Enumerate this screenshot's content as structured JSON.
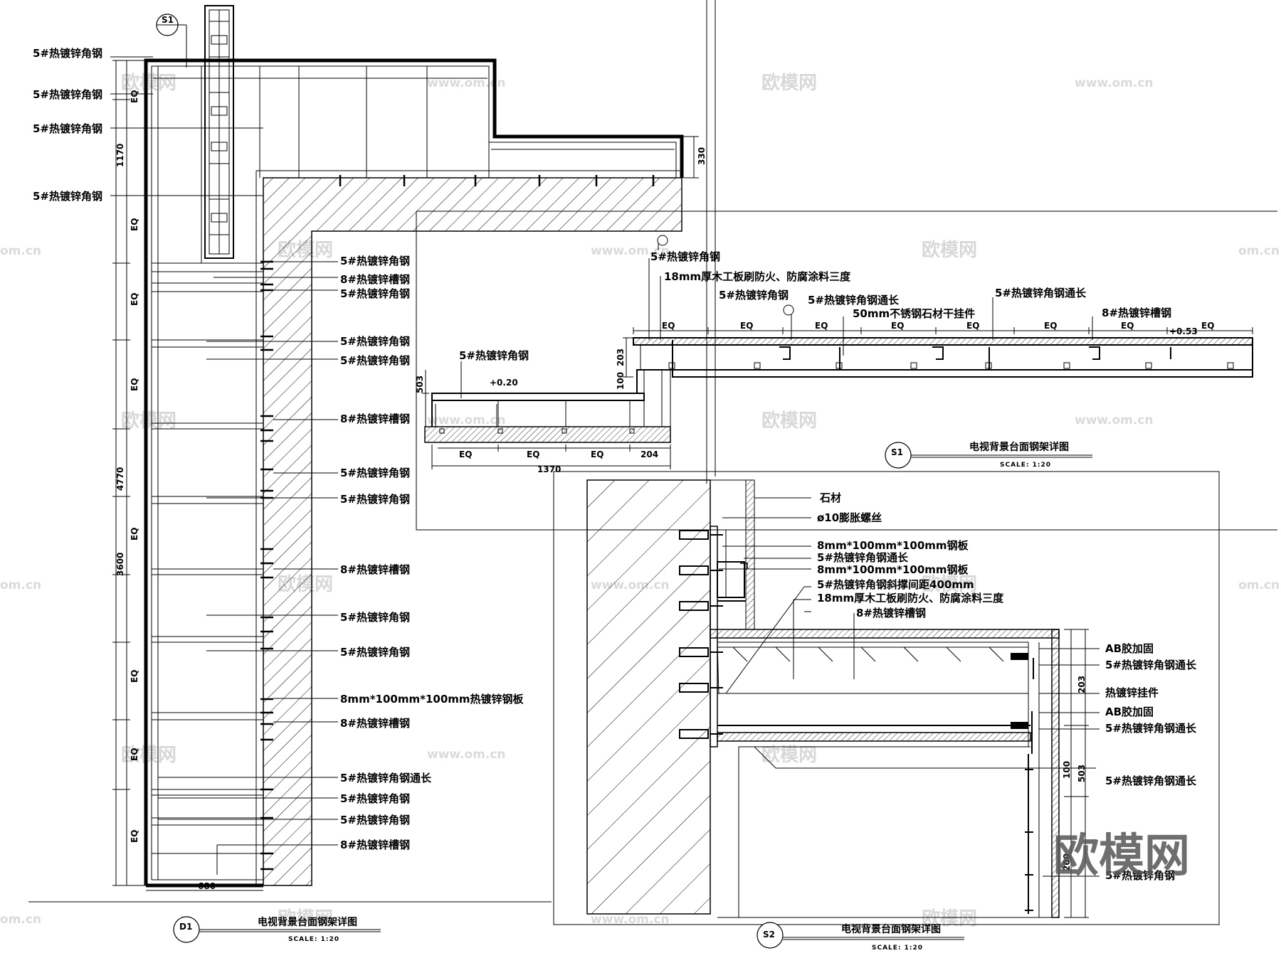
{
  "drawings": {
    "d1": {
      "tag": "D1",
      "title": "电视背景台面钢架详图",
      "scale": "SCALE: 1:20",
      "section_tag": "S1",
      "dims": [
        "EQ",
        "1170",
        "EQ",
        "4770",
        "EQ",
        "3600",
        "EQ",
        "EQ",
        "EQ",
        "EQ",
        "EQ",
        "680",
        "330"
      ],
      "left_labels": [
        "5#热镀锌角钢",
        "5#热镀锌角钢",
        "5#热镀锌角钢",
        "5#热镀锌角钢"
      ],
      "right_labels": [
        "5#热镀锌角钢",
        "8#热镀锌槽钢",
        "5#热镀锌角钢",
        "5#热镀锌角钢",
        "5#热镀锌角钢",
        "8#热镀锌槽钢",
        "5#热镀锌角钢",
        "5#热镀锌角钢",
        "8#热镀锌槽钢",
        "5#热镀锌角钢",
        "5#热镀锌角钢",
        "8mm*100mm*100mm热镀锌钢板",
        "8#热镀锌槽钢",
        "5#热镀锌角钢通长",
        "5#热镀锌角钢",
        "5#热镀锌角钢",
        "8#热镀锌槽钢"
      ]
    },
    "s1": {
      "tag": "S1",
      "title": "电视背景台面钢架详图",
      "scale": "SCALE: 1:20",
      "labels": [
        "5#热镀锌角钢",
        "18mm厚木工板刷防火、防腐涂料三度",
        "5#热镀锌角钢",
        "5#热镀锌角钢通长",
        "50mm不锈钢石材干挂件",
        "5#热镀锌角钢通长",
        "8#热镀锌槽钢",
        "5#热镀锌角钢"
      ],
      "eq_top": [
        "EQ",
        "EQ",
        "EQ",
        "EQ",
        "EQ",
        "EQ",
        "EQ",
        "EQ"
      ],
      "eq_bottom": [
        "EQ",
        "EQ",
        "EQ"
      ],
      "dims": [
        "203",
        "100",
        "503",
        "204",
        "1370"
      ],
      "levels": [
        "+0.20",
        "+0.53"
      ]
    },
    "s2": {
      "tag": "S2",
      "title": "电视背景台面钢架详图",
      "scale": "SCALE: 1:20",
      "labels_top": [
        "石材",
        "ø10膨胀螺丝",
        "8mm*100mm*100mm钢板",
        "5#热镀锌角钢通长",
        "8mm*100mm*100mm钢板",
        "5#热镀锌角钢斜撑间距400mm",
        "18mm厚木工板刷防火、防腐涂料三度",
        "8#热镀锌槽钢"
      ],
      "labels_right": [
        "AB胶加固",
        "5#热镀锌角钢通长",
        "热镀锌挂件",
        "AB胶加固",
        "5#热镀锌角钢通长",
        "5#热镀锌角钢通长",
        "5#热镀锌角钢"
      ],
      "dims": [
        "203",
        "100",
        "503",
        "200"
      ]
    }
  },
  "watermarks": {
    "brand": "欧模网",
    "url": "www.om.cn",
    "url_short": "om.cn"
  }
}
